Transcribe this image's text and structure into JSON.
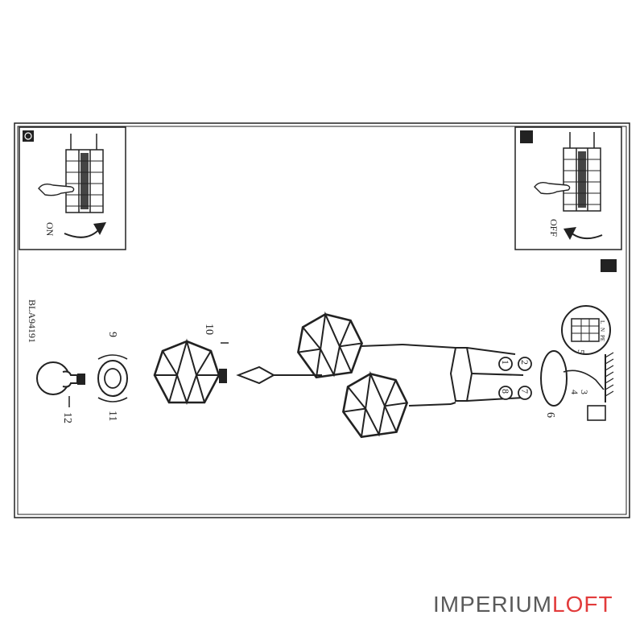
{
  "model_code": "BLA94191",
  "panel_on": {
    "label": "ON",
    "step_icon": "power-on-icon"
  },
  "panel_off": {
    "label": "OFF",
    "step_icon": "power-off-icon"
  },
  "step_labels": {
    "s1": "1",
    "s2": "2",
    "s3": "3",
    "s4": "4",
    "s5": "5",
    "s6": "6",
    "s7": "7",
    "s8": "8",
    "s9": "9",
    "s10": "10",
    "s11": "11",
    "s12": "12"
  },
  "terminal_labels": [
    "L",
    "N",
    "PE"
  ],
  "brand": {
    "part1": "IMPERIUM",
    "part2": "LOFT"
  },
  "colors": {
    "line": "#222222",
    "brand_gray": "#5a5a5a",
    "brand_red": "#e23b3b"
  }
}
